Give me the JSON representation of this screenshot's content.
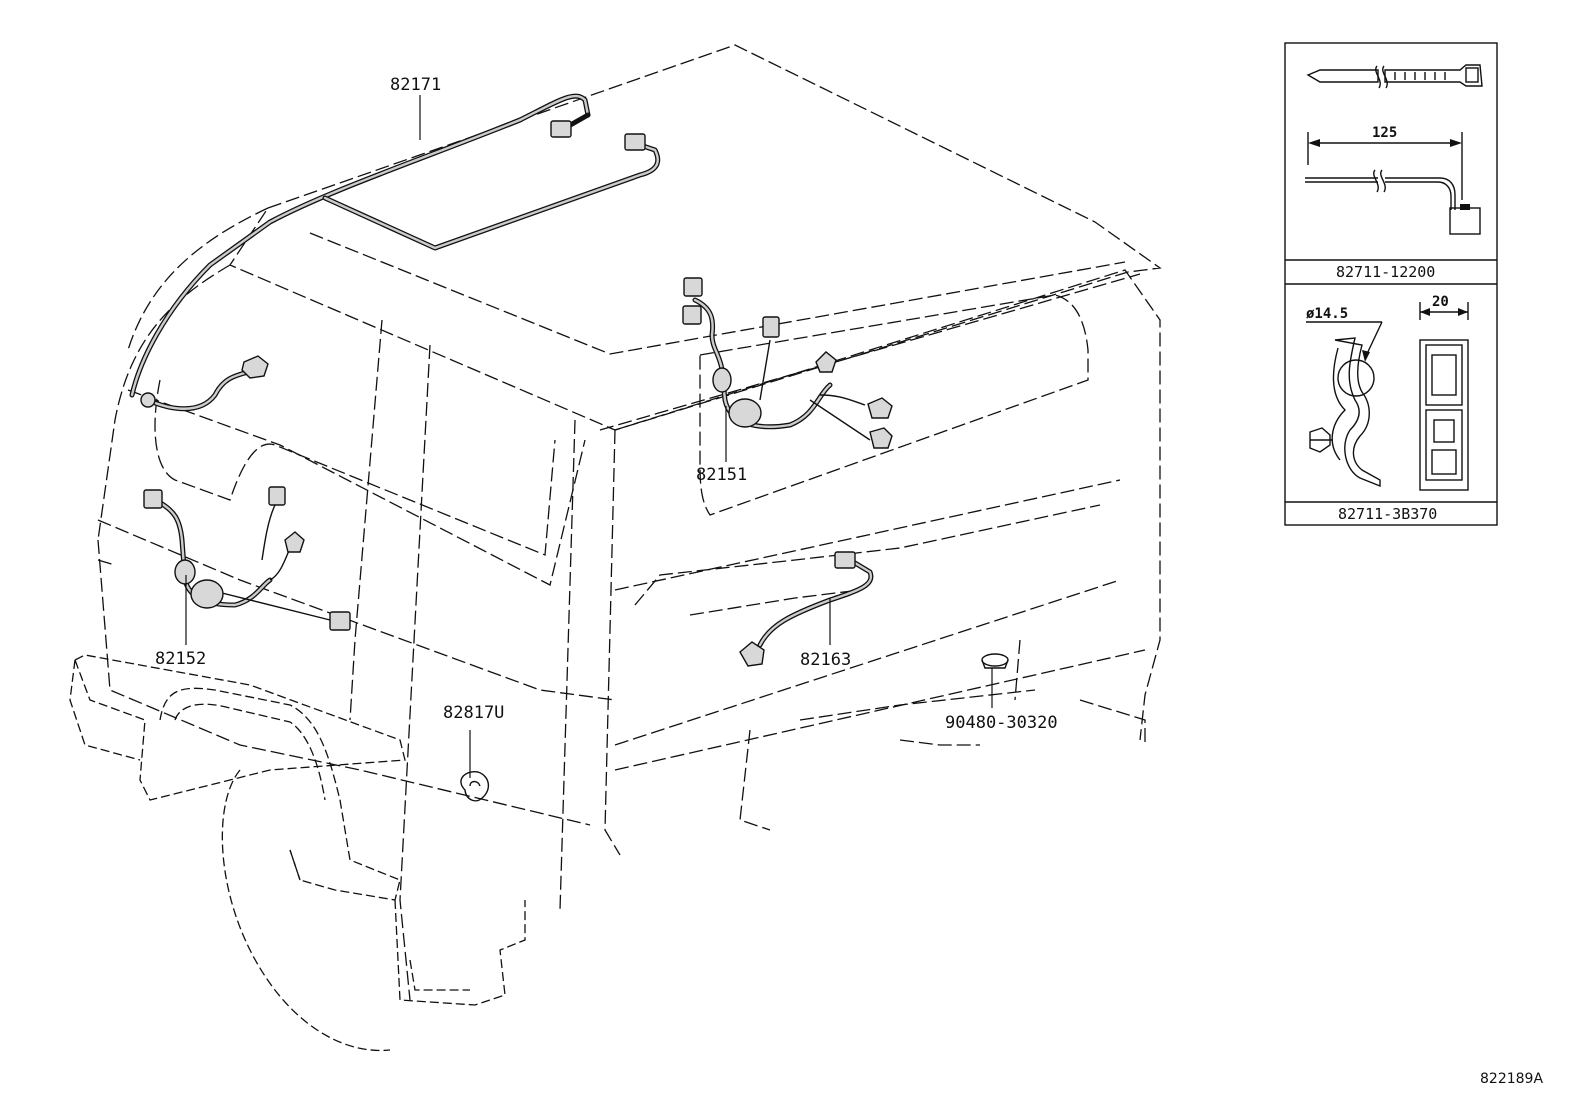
{
  "diagram": {
    "part_labels": {
      "roof_harness": "82171",
      "side_harness_right": "82151",
      "side_harness_left": "82152",
      "rear_harness": "82163",
      "clamp": "82817U",
      "plug": "90480-30320"
    },
    "detail_panel": {
      "clamp_a": {
        "dimension": "125",
        "part_number": "82711-12200"
      },
      "clamp_b": {
        "diameter": "ø14.5",
        "width": "20",
        "part_number": "82711-3B370"
      }
    },
    "figure_code": "822189A"
  }
}
